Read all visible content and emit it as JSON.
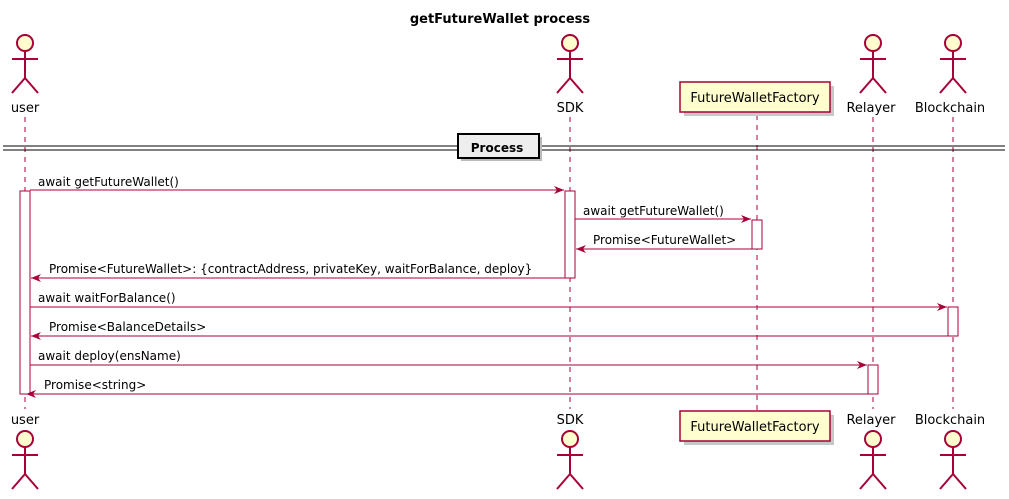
{
  "title": "getFutureWallet process",
  "divider": "Process",
  "participants": [
    {
      "id": "user",
      "label": "user",
      "kind": "actor"
    },
    {
      "id": "sdk",
      "label": "SDK",
      "kind": "actor"
    },
    {
      "id": "factory",
      "label": "FutureWalletFactory",
      "kind": "participant"
    },
    {
      "id": "relayer",
      "label": "Relayer",
      "kind": "actor"
    },
    {
      "id": "blockchain",
      "label": "Blockchain",
      "kind": "actor"
    }
  ],
  "messages": [
    {
      "from": "user",
      "to": "sdk",
      "label": "await getFutureWallet()",
      "type": "call"
    },
    {
      "from": "sdk",
      "to": "factory",
      "label": "await getFutureWallet()",
      "type": "call"
    },
    {
      "from": "factory",
      "to": "sdk",
      "label": "Promise<FutureWallet>",
      "type": "return"
    },
    {
      "from": "sdk",
      "to": "user",
      "label": "Promise<FutureWallet>: {contractAddress, privateKey, waitForBalance, deploy}",
      "type": "return"
    },
    {
      "from": "user",
      "to": "blockchain",
      "label": "await waitForBalance()",
      "type": "call"
    },
    {
      "from": "blockchain",
      "to": "user",
      "label": "Promise<BalanceDetails>",
      "type": "return"
    },
    {
      "from": "user",
      "to": "relayer",
      "label": "await deploy(ensName)",
      "type": "call"
    },
    {
      "from": "relayer",
      "to": "user",
      "label": "Promise<string>",
      "type": "return"
    }
  ],
  "colors": {
    "line": "#A80036",
    "fill": "#FEFECE",
    "divider": "#EEEEEE"
  }
}
